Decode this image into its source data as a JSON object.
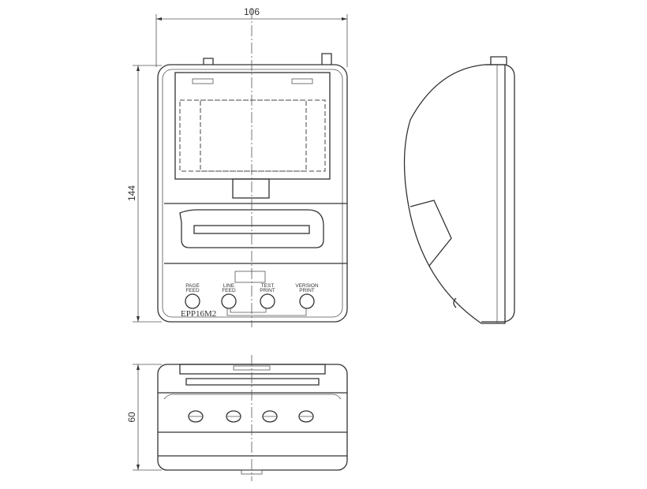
{
  "dimensions": {
    "width": "106",
    "height": "144",
    "depth": "60"
  },
  "buttons": [
    {
      "line1": "PAGE",
      "line2": "FEED"
    },
    {
      "line1": "LINE",
      "line2": "FEED"
    },
    {
      "line1": "TEST",
      "line2": "PRINT"
    },
    {
      "line1": "VERSION",
      "line2": "PRINT"
    }
  ],
  "model": "EPP16M2"
}
